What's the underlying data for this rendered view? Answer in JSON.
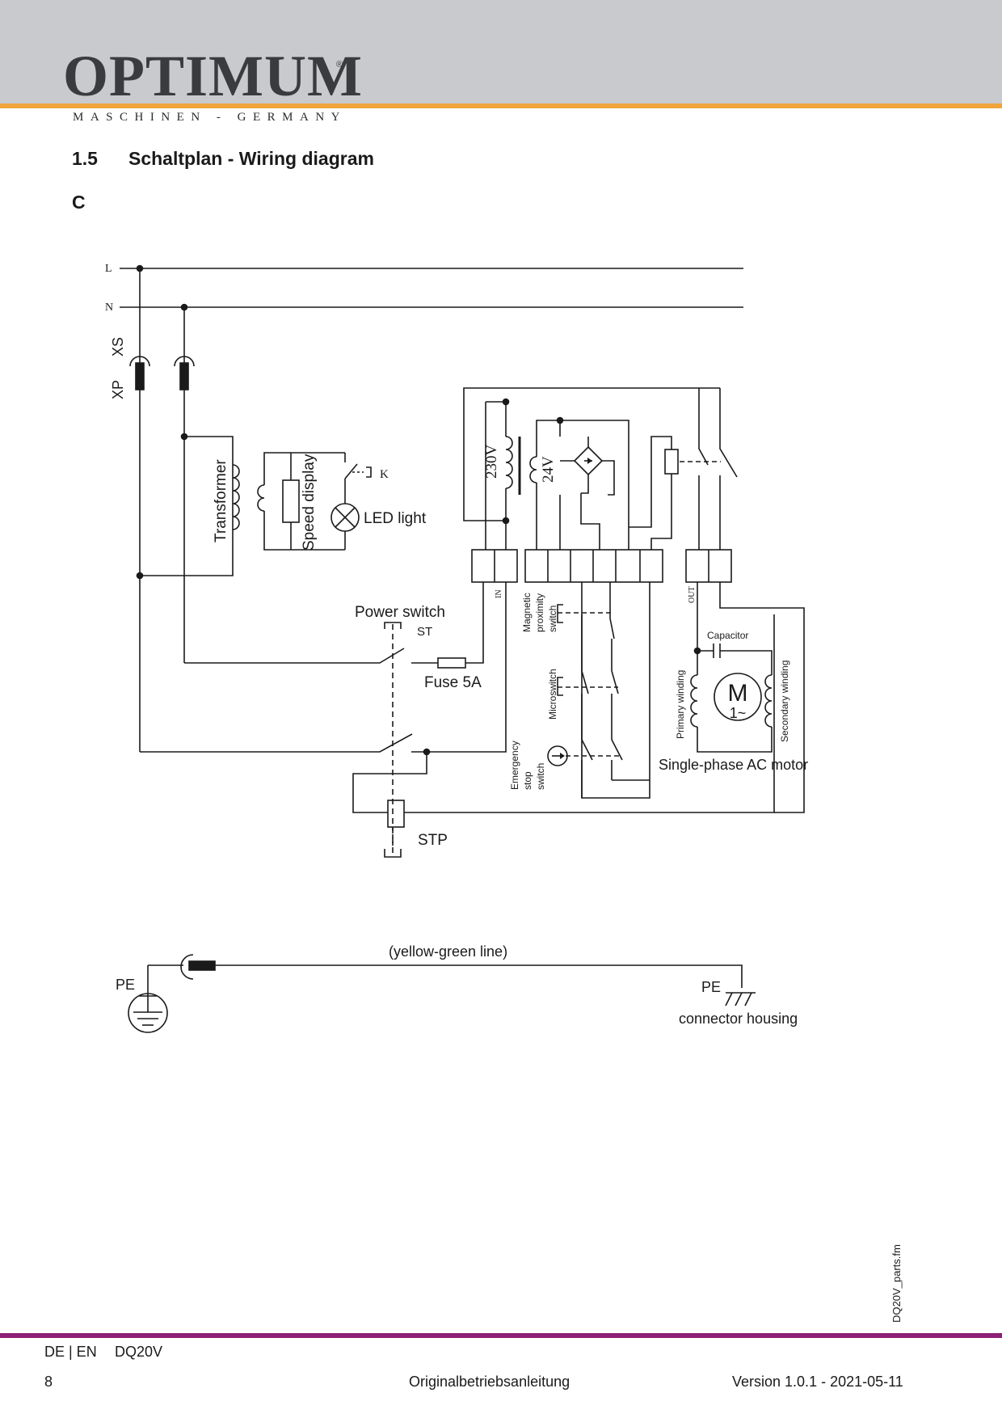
{
  "header": {
    "logo_text": "OPTIMUM",
    "logo_mark": "®",
    "tagline": "MASCHINEN - GERMANY",
    "accent_color": "#f0a43a",
    "band_color": "#c8cacd"
  },
  "section": {
    "number": "1.5",
    "title": "Schaltplan - Wiring diagram",
    "variant": "C"
  },
  "diagram": {
    "line_L": "L",
    "line_N": "N",
    "socket_xs": "XS",
    "plug_xp": "XP",
    "transformer": "Transformer",
    "speed_display": "Speed display",
    "led_light": "LED light",
    "k_label": "K",
    "v230": "230V",
    "v24": "24V",
    "in_label": "IN",
    "out_label": "OUT",
    "power_switch": "Power switch",
    "st_label": "ST",
    "fuse": "Fuse 5A",
    "magnetic_1": "Magnetic",
    "magnetic_2": "proximity",
    "magnetic_3": "switch",
    "microswitch": "Microswitch",
    "estop_1": "Emergency",
    "estop_2": "stop",
    "estop_3": "switch",
    "capacitor": "Capacitor",
    "primary_winding": "Primary winding",
    "secondary_winding": "Secondary winding",
    "motor_symbol": "M",
    "motor_phase": "1~",
    "motor_label": "Single-phase AC motor",
    "stp_label": "STP",
    "yellow_green": "(yellow-green line)",
    "pe_left": "PE",
    "pe_right": "PE",
    "connector_housing": "connector housing"
  },
  "sidebar": {
    "file": "DQ20V_parts.fm"
  },
  "footer": {
    "lang": "DE | EN",
    "model": "DQ20V",
    "page": "8",
    "doc_type": "Originalbetriebsanleitung",
    "version": "Version 1.0.1 - 2021-05-11",
    "rule_color": "#8d1f76"
  }
}
